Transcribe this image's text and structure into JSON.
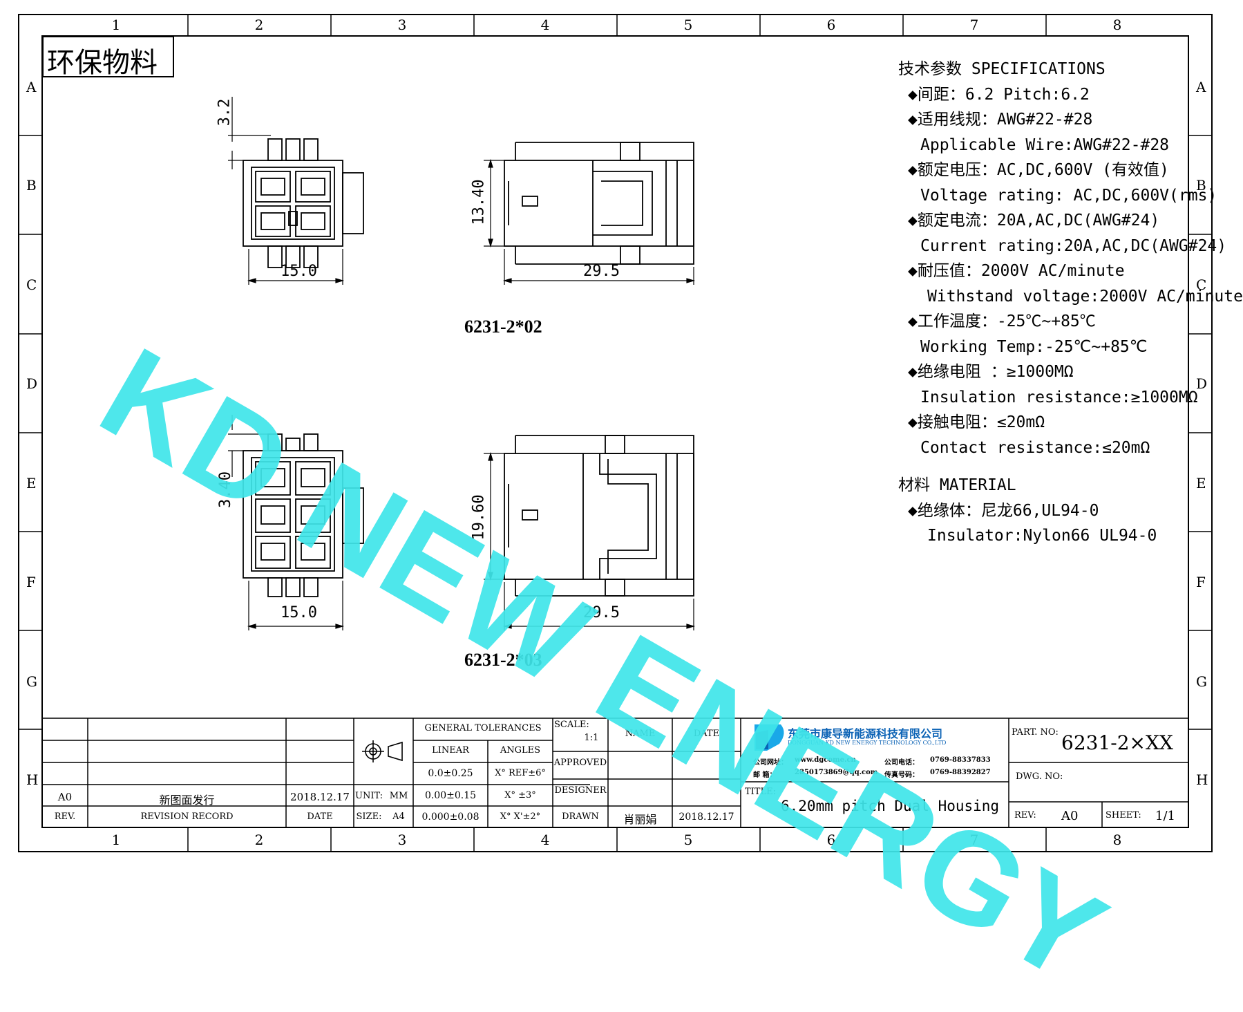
{
  "stamp": "环保物料",
  "watermark": "KD NEW ENERGY",
  "zones": {
    "columns": [
      "1",
      "2",
      "3",
      "4",
      "5",
      "6",
      "7",
      "8"
    ],
    "rows": [
      "A",
      "B",
      "C",
      "D",
      "E",
      "F",
      "G",
      "H"
    ]
  },
  "views": {
    "top": {
      "dim_pitch": "3.2",
      "dim_width": "15.0",
      "dim_height": "13.40",
      "dim_length": "29.5",
      "caption": "6231-2*02"
    },
    "bottom": {
      "dim_pitch": "3.40",
      "dim_width": "15.0",
      "dim_height": "19.60",
      "dim_length": "29.5",
      "caption": "6231-2*03"
    }
  },
  "specs": {
    "heading": "技术参数  SPECIFICATIONS",
    "lines": [
      "◆间距：6.2     Pitch:6.2",
      "◆适用线规：AWG#22-#28",
      "Applicable Wire:AWG#22-#28",
      "◆额定电压：AC,DC,600V (有效值)",
      "Voltage rating: AC,DC,600V(rms)",
      "◆额定电流：20A,AC,DC(AWG#24)",
      "Current rating:20A,AC,DC(AWG#24)",
      "◆耐压值：2000V AC/minute",
      "Withstand voltage:2000V AC/minute",
      "◆工作温度：-25℃~+85℃",
      "Working Temp:-25℃~+85℃",
      "◆绝缘电阻 ：≥1000MΩ",
      "Insulation resistance:≥1000MΩ",
      "◆接触电阻：≤20mΩ",
      "Contact resistance:≤20mΩ"
    ],
    "material_heading": "材料  MATERIAL",
    "material_lines": [
      "◆绝缘体：尼龙66,UL94-0",
      "Insulator:Nylon66 UL94-0"
    ]
  },
  "title_block": {
    "rev_row": {
      "rev": "A0",
      "record": "新图面发行",
      "date": "2018.12.17"
    },
    "rev_header": {
      "rev": "REV.",
      "record": "REVISION RECORD",
      "date": "DATE"
    },
    "unit_label": "UNIT:",
    "unit_value": "MM",
    "size_label": "SIZE:",
    "size_value": "A4",
    "general_tolerances": "GENERAL TOLERANCES",
    "linear": "LINEAR",
    "angles": "ANGLES",
    "tol_linear": [
      "0.0±0.25",
      "0.00±0.15",
      "0.000±0.08"
    ],
    "tol_angles": [
      "X° REF±6°",
      "X° ±3°",
      "X° X'±2°"
    ],
    "scale_label": "SCALE:",
    "scale_value": "1:1",
    "name_label": "NAME",
    "date_label": "DATE",
    "approved": "APPROVED",
    "designer": "DESIGNER",
    "drawn": "DRAWN",
    "drawn_name": "肖丽娟",
    "drawn_date": "2018.12.17",
    "company_cn": "东莞市康导新能源科技有限公司",
    "company_en": "DONGGUAN KD NEW ENERGY TECHNOLOGY CO.,LTD",
    "website_label": "公司网址：",
    "website": "www.dgcome.cn",
    "email_label": "邮     箱：",
    "email": "2850173869@qq.com",
    "phone_label": "公司电话：",
    "phone": "0769-88337833",
    "fax_label": "传真号码：",
    "fax": "0769-88392827",
    "title_label": "TITLE:",
    "title_value": "6.20mm pitch Dual Housing",
    "part_no_label": "PART. NO:",
    "part_no": "6231-2×XX",
    "dwg_no_label": "DWG. NO:",
    "rev_label": "REV:",
    "rev_value": "A0",
    "sheet_label": "SHEET:",
    "sheet_value": "1/1"
  }
}
